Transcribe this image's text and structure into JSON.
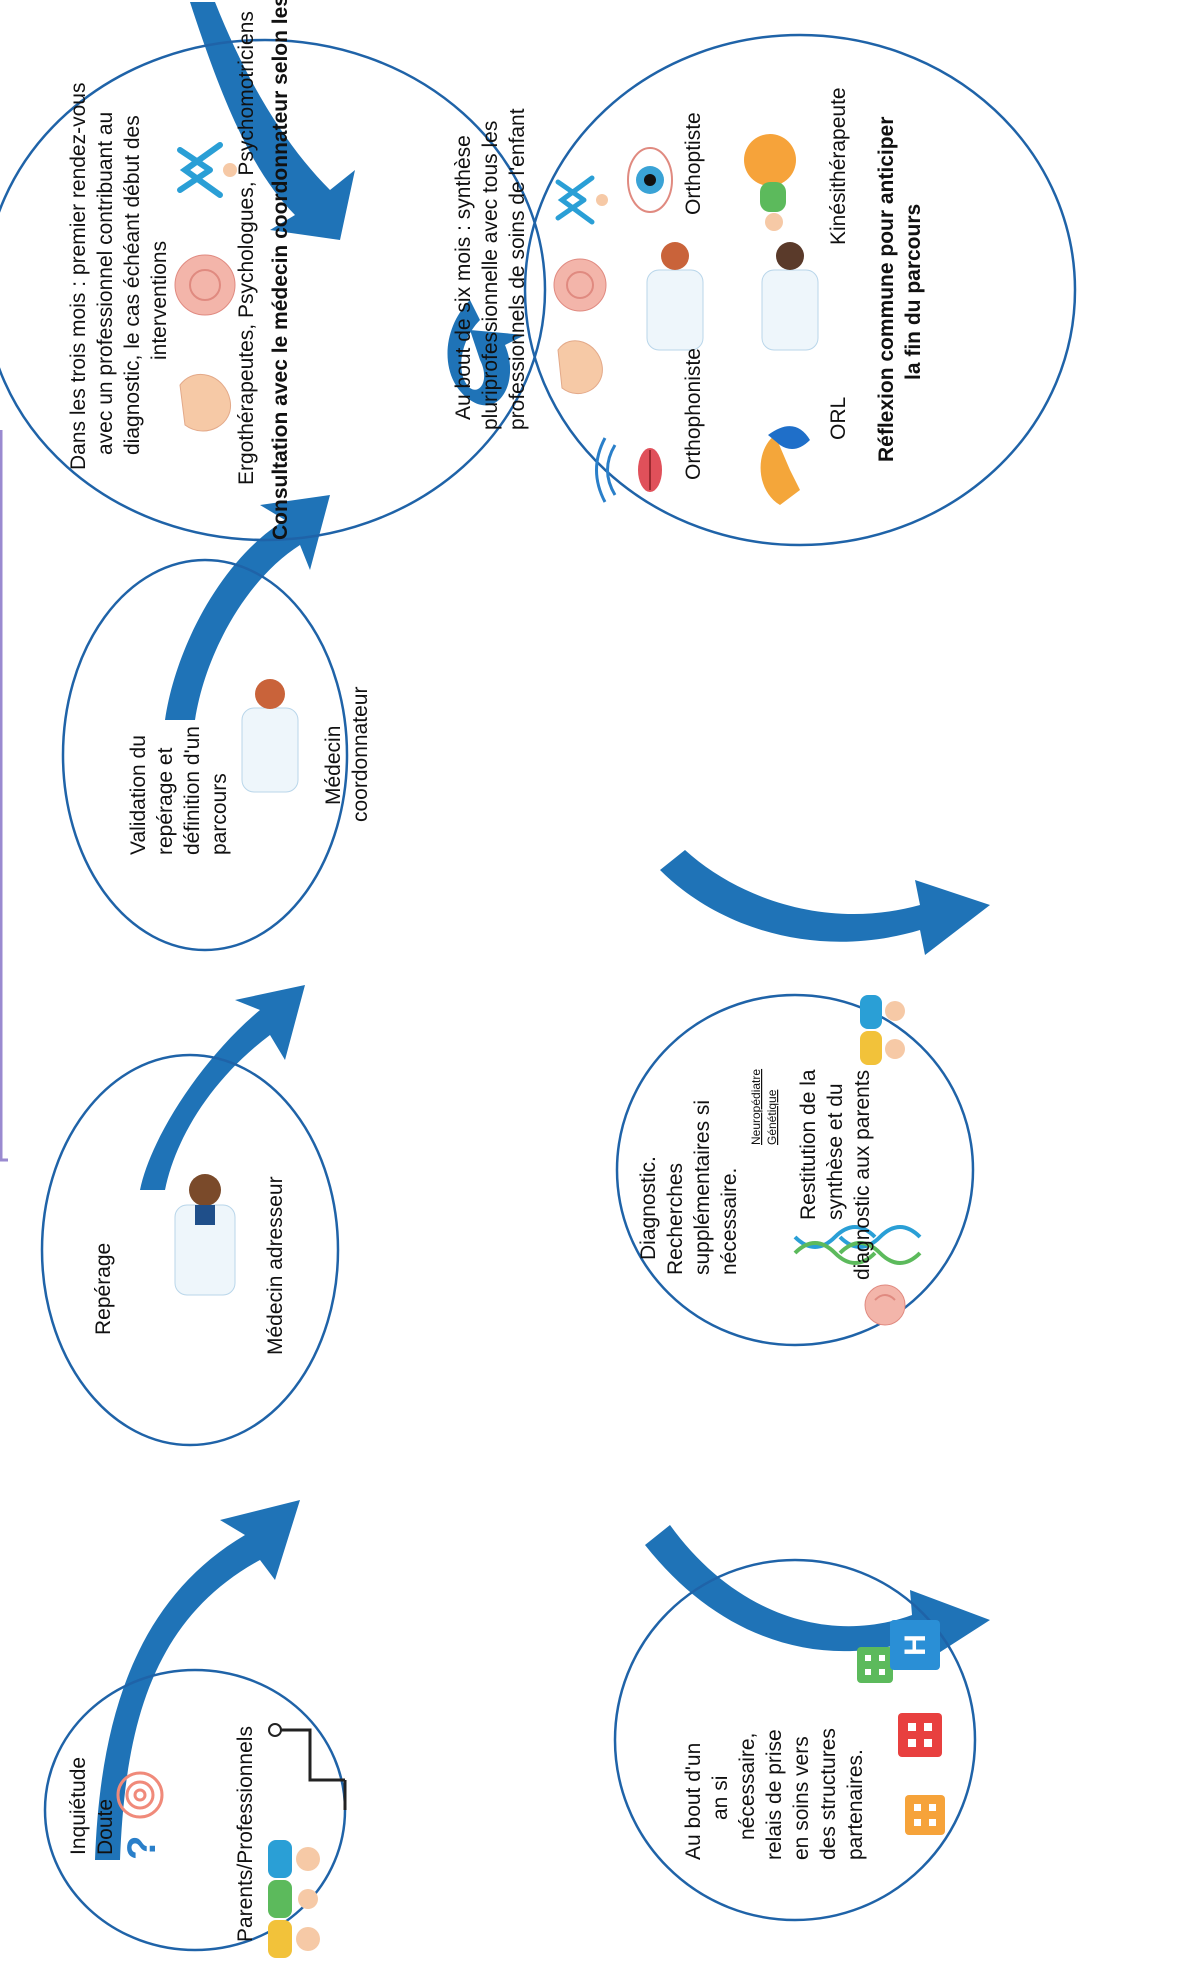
{
  "colors": {
    "ellipse_stroke": "#1f63a8",
    "arrow_fill": "#1f73b7",
    "frame_stroke": "#9a8ad0",
    "text": "#111111"
  },
  "nodes": {
    "inquietude": {
      "line1": "Inquiétude",
      "line2": "Doute",
      "caption": "Parents/Professionnels",
      "icons": [
        "spiral-icon",
        "question-mark-icon",
        "parents-icon",
        "stethoscope-icon"
      ]
    },
    "reperage": {
      "title": "Repérage",
      "caption": "Médecin adresseur",
      "icons": [
        "doctor-icon"
      ]
    },
    "validation": {
      "lines": [
        "Validation du",
        "repérage et",
        "définition d'un",
        "parcours"
      ],
      "caption_lines": [
        "Médecin",
        "coordonnateur"
      ],
      "icons": [
        "doctor-icon"
      ]
    },
    "trois_mois": {
      "lines": [
        "Dans les trois mois : premier rendez-vous",
        "avec un professionnel contribuant au",
        "diagnostic, le cas échéant début des",
        "interventions"
      ],
      "caption": "Ergothérapeutes, Psychologues, Psychomotriciens",
      "bold": "Consultation avec le médecin coordonnateur selon les cas",
      "icons": [
        "hand-icon",
        "brain-icon",
        "child-figure-icon"
      ]
    },
    "six_mois": {
      "lines": [
        "Au bout de six mois : synthèse",
        "pluriprofessionnelle avec tous les",
        "professionnels de soins de l'enfant"
      ],
      "labels": {
        "orthophoniste": "Orthophoniste",
        "orthoptiste": "Orthoptiste",
        "orl": "ORL",
        "kine": "Kinésithérapeute"
      },
      "bold_lines": [
        "Réflexion commune pour anticiper",
        "la fin du parcours"
      ],
      "icons": [
        "hand-icon",
        "brain-icon",
        "child-figure-icon",
        "mouth-icon",
        "doctor-icon",
        "eye-icon",
        "ear-icon",
        "doctor-icon",
        "gym-ball-icon"
      ]
    },
    "diagnostic": {
      "lines": [
        "Diagnostic.",
        "Recherches",
        "supplémentaires si",
        "nécessaire."
      ],
      "tags": [
        "Neuropédiatre",
        "Génétique"
      ],
      "restitution_lines": [
        "Restitution de la",
        "synthèse et du",
        "diagnostic aux parents"
      ],
      "icons": [
        "embryo-icon",
        "dna-icon",
        "dna-icon",
        "parents-icon"
      ]
    },
    "un_an": {
      "lines": [
        "Au bout d'un",
        "an si",
        "nécessaire,",
        "relais de prise",
        "en soins vers",
        "des structures",
        "partenaires."
      ],
      "icons": [
        "building-icon",
        "building-icon",
        "hospital-icon",
        "building-icon"
      ]
    }
  }
}
